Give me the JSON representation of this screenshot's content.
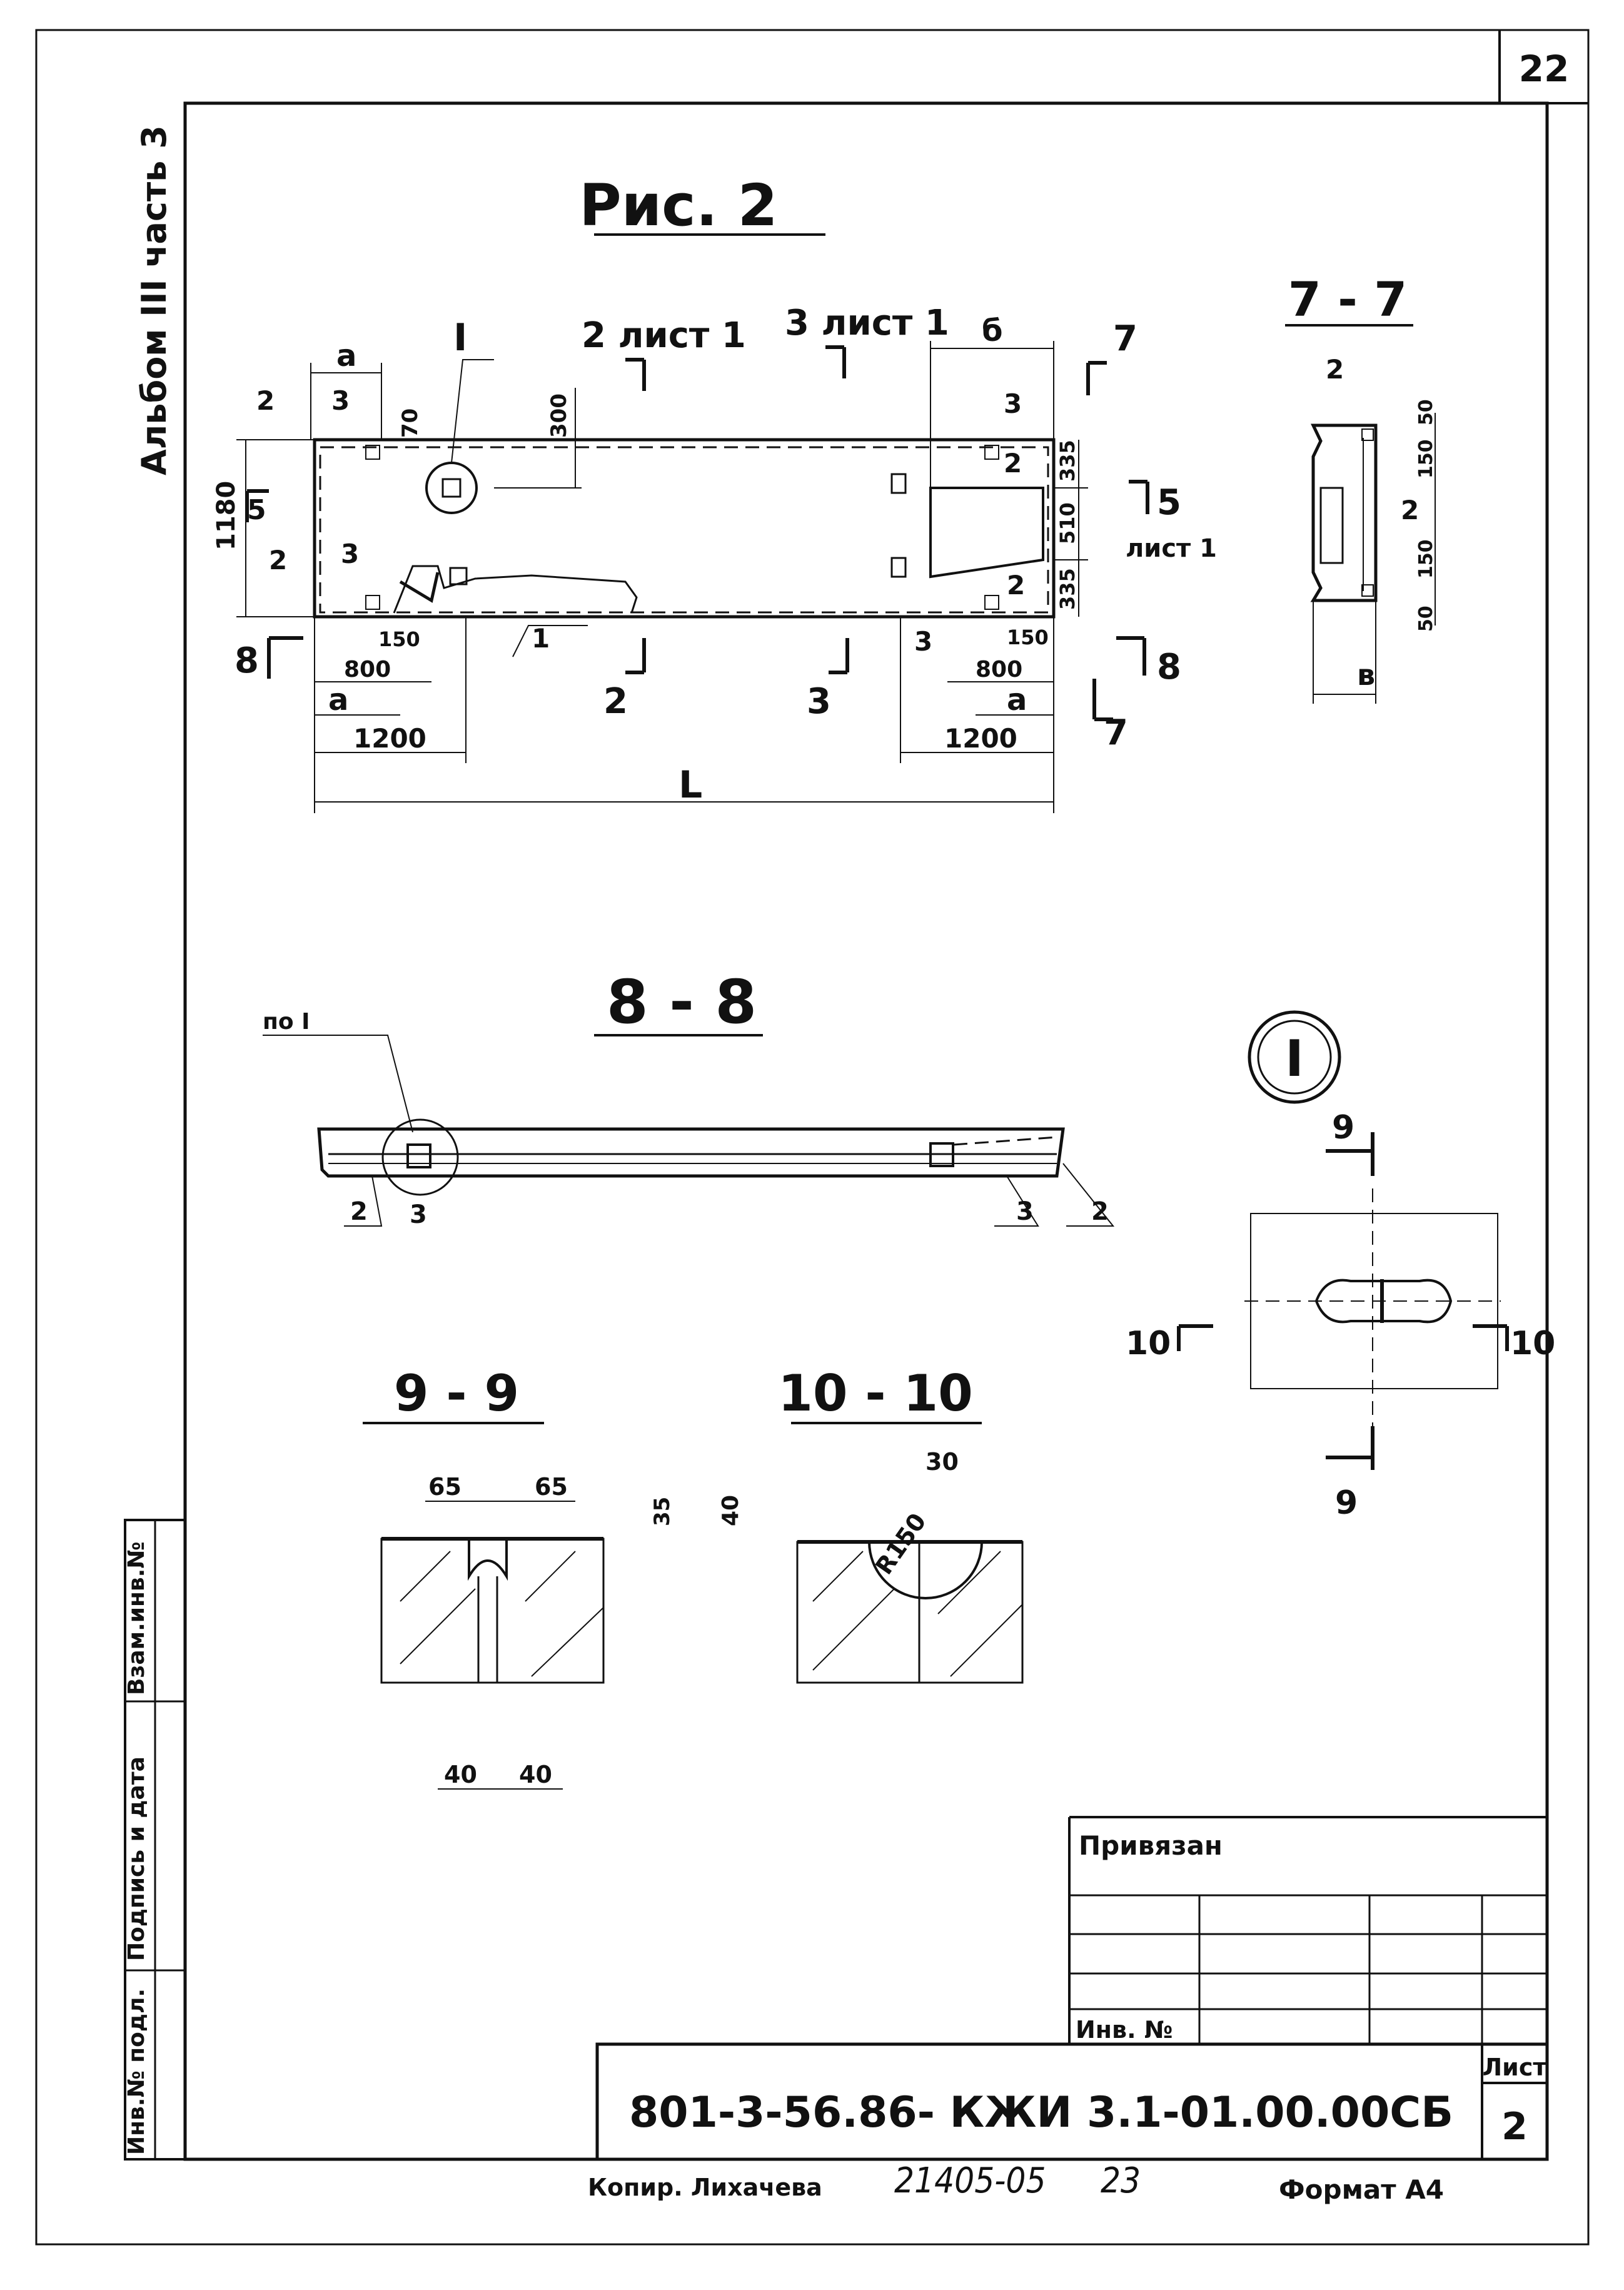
{
  "sheet": {
    "page_number": "22",
    "album_label": "Альбом III часть 3",
    "figure_title": "Рис. 2",
    "format": "Формат А4",
    "copied_by": "Копир. Лихачева",
    "handwritten_no": "21405-05",
    "handwritten_no2": "23"
  },
  "plan": {
    "dims": {
      "a": "a",
      "b": "б",
      "L": "L",
      "d1180": "1180",
      "d70": "70",
      "d300": "300",
      "d335": "335",
      "d510": "510",
      "d150": "150",
      "d800": "800",
      "d1200": "1200"
    },
    "callouts": {
      "c1": "1",
      "c2": "2",
      "c3": "3",
      "detail": "I"
    },
    "section_labels": {
      "s2": "2",
      "s3": "3",
      "s5": "5",
      "s7": "7",
      "s8": "8",
      "sheet_ref": "лист 1",
      "s2_ref": "2 лист 1",
      "s3_ref": "3 лист 1"
    }
  },
  "section77": {
    "title": "7 - 7",
    "d50": "50",
    "d150": "150",
    "dim_b": "в",
    "c2": "2"
  },
  "section88": {
    "title": "8 - 8",
    "note": "по I",
    "c2": "2",
    "c3": "3"
  },
  "detail1": {
    "label": "I",
    "s9": "9",
    "s10": "10"
  },
  "section99": {
    "title": "9 - 9",
    "d65": "65",
    "d35": "35",
    "d40": "40"
  },
  "section1010": {
    "title": "10 - 10",
    "d40": "40",
    "d30": "30",
    "radius": "R150"
  },
  "side_stamp": {
    "col1": "Инв.№ подл.",
    "col2": "Подпись и дата",
    "col3": "Взам.инв.№"
  },
  "title_block": {
    "linked": "Привязан",
    "inv": "Инв. №",
    "designation": "801-3-56.86- КЖИ 3.1-01.00.00СБ",
    "sheet_label": "Лист",
    "sheet_number": "2"
  }
}
